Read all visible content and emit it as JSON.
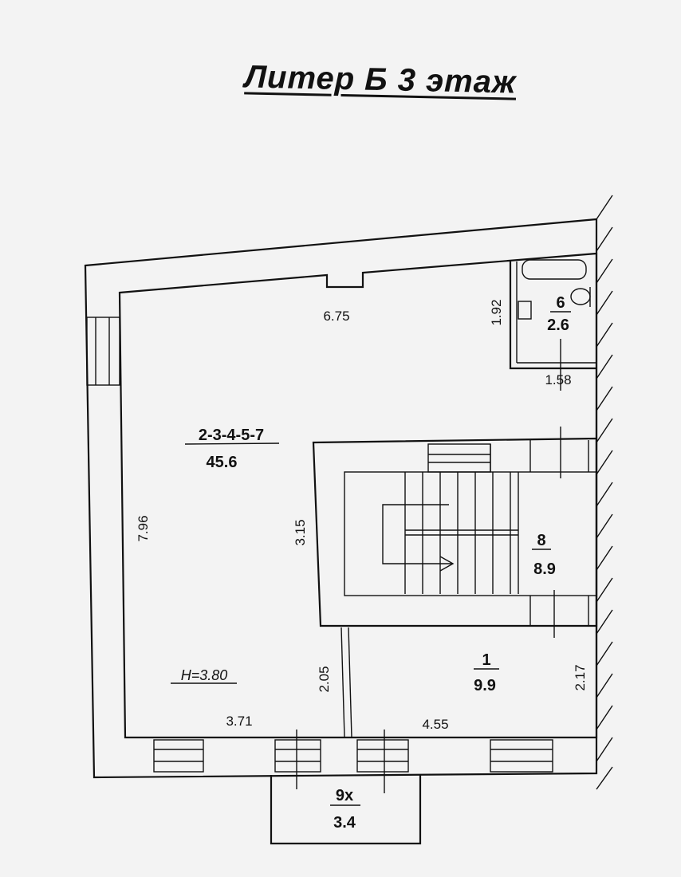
{
  "title": "Литер Б 3 этаж",
  "rooms": {
    "main": {
      "number": "2-3-4-5-7",
      "area": "45.6"
    },
    "wc": {
      "number": "6",
      "area": "2.6"
    },
    "stair": {
      "number": "8",
      "area": "8.9"
    },
    "hall": {
      "number": "1",
      "area": "9.9"
    },
    "porch": {
      "number": "9х",
      "area": "3.4"
    }
  },
  "height": "H=3.80",
  "dimensions": {
    "top_width": "6.75",
    "wc_height": "1.92",
    "wc_width": "1.58",
    "left_height": "7.96",
    "stair_height": "3.15",
    "hall_left_height": "2.05",
    "hall_right_height": "2.17",
    "bottom_left": "3.71",
    "bottom_right": "4.55"
  }
}
